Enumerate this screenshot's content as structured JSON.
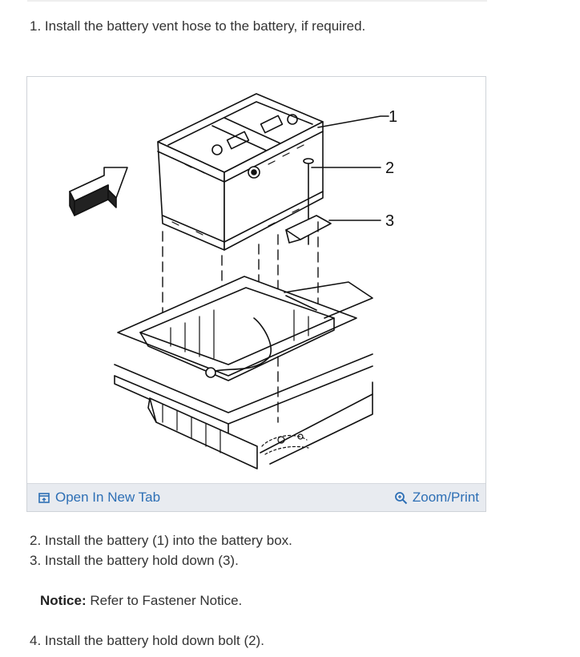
{
  "steps": {
    "step1": "1. Install the battery vent hose to the battery, if required.",
    "step2": "2. Install the battery (1) into the battery box.",
    "step3": "3. Install the battery hold down (3).",
    "step4": "4. Install the battery hold down bolt (2)."
  },
  "notice": {
    "label": "Notice:",
    "text": " Refer to Fastener Notice."
  },
  "figure": {
    "callouts": [
      "1",
      "2",
      "3"
    ],
    "open_tab_label": "Open In New Tab",
    "open_tab_icon": "open-new-tab-icon",
    "zoom_label": "Zoom/Print",
    "zoom_icon": "zoom-magnifier-icon",
    "link_color": "#2d6fb5",
    "bar_color": "#e8ebf0"
  }
}
